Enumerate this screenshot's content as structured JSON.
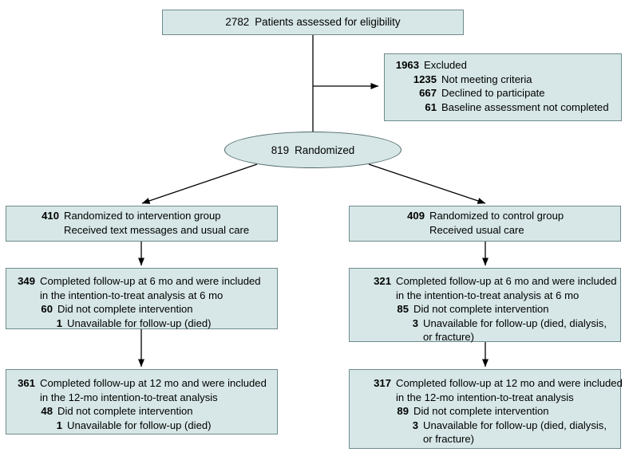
{
  "diagram": {
    "type": "consort-flow-diagram",
    "colors": {
      "box_fill": "#d7e7e7",
      "box_border": "#6f8a8c",
      "ellipse_border": "#4e6769",
      "text": "#000000",
      "connector": "#000000"
    },
    "nodes": {
      "assessed": {
        "name": "patients-assessed",
        "count": "2782",
        "label": "Patients assessed for eligibility"
      },
      "excluded": {
        "name": "excluded",
        "count": "1963",
        "label": "Excluded",
        "reasons": [
          {
            "count": "1235",
            "label": "Not meeting criteria"
          },
          {
            "count": "667",
            "label": "Declined to participate"
          },
          {
            "count": "61",
            "label": "Baseline assessment not completed"
          }
        ]
      },
      "randomized": {
        "name": "randomized",
        "count": "819",
        "label": "Randomized"
      },
      "allocation_intervention": {
        "name": "allocation-intervention",
        "count": "410",
        "label": "Randomized to intervention group",
        "line2": "Received text messages and usual care"
      },
      "allocation_control": {
        "name": "allocation-control",
        "count": "409",
        "label": "Randomized to control group",
        "line2": "Received usual care"
      },
      "followup6_intervention": {
        "name": "followup-6mo-intervention",
        "count": "349",
        "label": "Completed follow-up at 6 mo and were included",
        "label_cont": "in the intention-to-treat analysis at 6 mo",
        "items": [
          {
            "count": "60",
            "label": "Did not complete intervention",
            "label_cont": ""
          },
          {
            "count": "1",
            "label": "Unavailable for follow-up (died)",
            "label_cont": ""
          }
        ]
      },
      "followup6_control": {
        "name": "followup-6mo-control",
        "count": "321",
        "label": "Completed follow-up at 6 mo and were included",
        "label_cont": "in the intention-to-treat analysis at 6 mo",
        "items": [
          {
            "count": "85",
            "label": "Did not complete intervention",
            "label_cont": ""
          },
          {
            "count": "3",
            "label": "Unavailable for follow-up (died, dialysis,",
            "label_cont": "or fracture)"
          }
        ]
      },
      "followup12_intervention": {
        "name": "followup-12mo-intervention",
        "count": "361",
        "label": "Completed follow-up at 12 mo and were included",
        "label_cont": "in the 12-mo intention-to-treat analysis",
        "items": [
          {
            "count": "48",
            "label": "Did not complete intervention",
            "label_cont": ""
          },
          {
            "count": "1",
            "label": "Unavailable for follow-up (died)",
            "label_cont": ""
          }
        ]
      },
      "followup12_control": {
        "name": "followup-12mo-control",
        "count": "317",
        "label": "Completed follow-up at 12 mo and were included",
        "label_cont": "in the 12-mo intention-to-treat analysis",
        "items": [
          {
            "count": "89",
            "label": "Did not complete intervention",
            "label_cont": ""
          },
          {
            "count": "3",
            "label": "Unavailable for follow-up (died, dialysis,",
            "label_cont": "or fracture)"
          }
        ]
      }
    }
  }
}
